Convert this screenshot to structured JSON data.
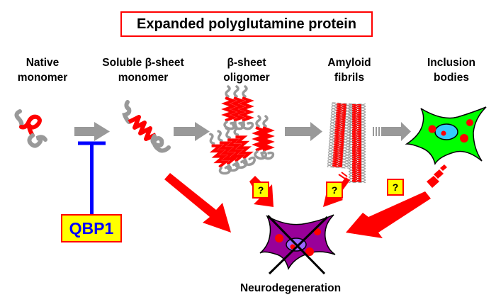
{
  "title": "Expanded polyglutamine protein",
  "stages": [
    {
      "id": "native-monomer",
      "line1": "Native",
      "line2": "monomer"
    },
    {
      "id": "soluble-beta-sheet-monomer",
      "line1": "Soluble β-sheet",
      "line2": "monomer"
    },
    {
      "id": "beta-sheet-oligomer",
      "line1": "β-sheet",
      "line2": "oligomer"
    },
    {
      "id": "amyloid-fibrils",
      "line1": "Amyloid",
      "line2": "fibrils"
    },
    {
      "id": "inclusion-bodies",
      "line1": "Inclusion",
      "line2": "bodies"
    }
  ],
  "inhibitor": {
    "label": "QBP1",
    "targets": "native-monomer to soluble-beta-sheet-monomer transition"
  },
  "uncertain_marks": [
    "?",
    "?",
    "?"
  ],
  "outcome": "Neurodegeneration",
  "colors": {
    "polyq_segment": "#ff0000",
    "flanking_chain": "#999999",
    "process_arrow": "#999999",
    "toxicity_arrow": "#ff0000",
    "inhibitor_line": "#0000ff",
    "label_box_fill": "#ffff00",
    "healthy_cell": "#00ff00",
    "nucleus": "#33ccff",
    "degenerating_cell": "#990099",
    "degenerating_nucleus": "#9966ff"
  }
}
